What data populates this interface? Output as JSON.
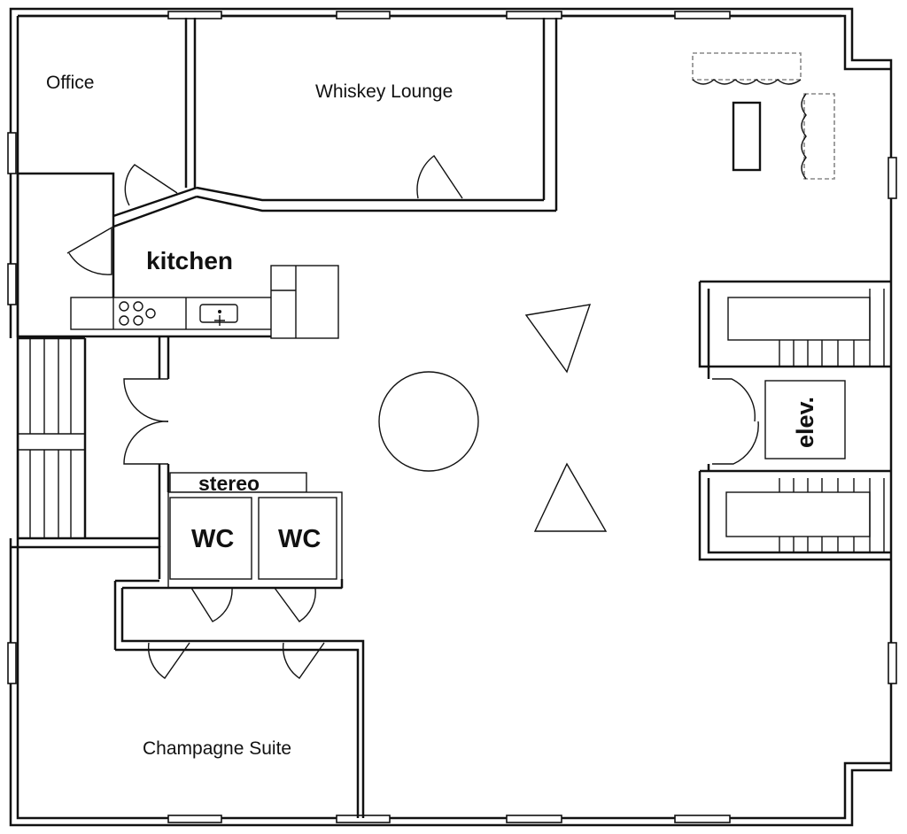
{
  "rooms": {
    "office": "Office",
    "whiskey_lounge": "Whiskey Lounge",
    "kitchen": "kitchen",
    "stereo": "stereo",
    "wc_left": "WC",
    "wc_right": "WC",
    "elevator": "elev.",
    "champagne_suite": "Champagne Suite"
  },
  "colors": {
    "wall": "#111111",
    "background": "#ffffff",
    "dashed_furniture": "#888888"
  }
}
